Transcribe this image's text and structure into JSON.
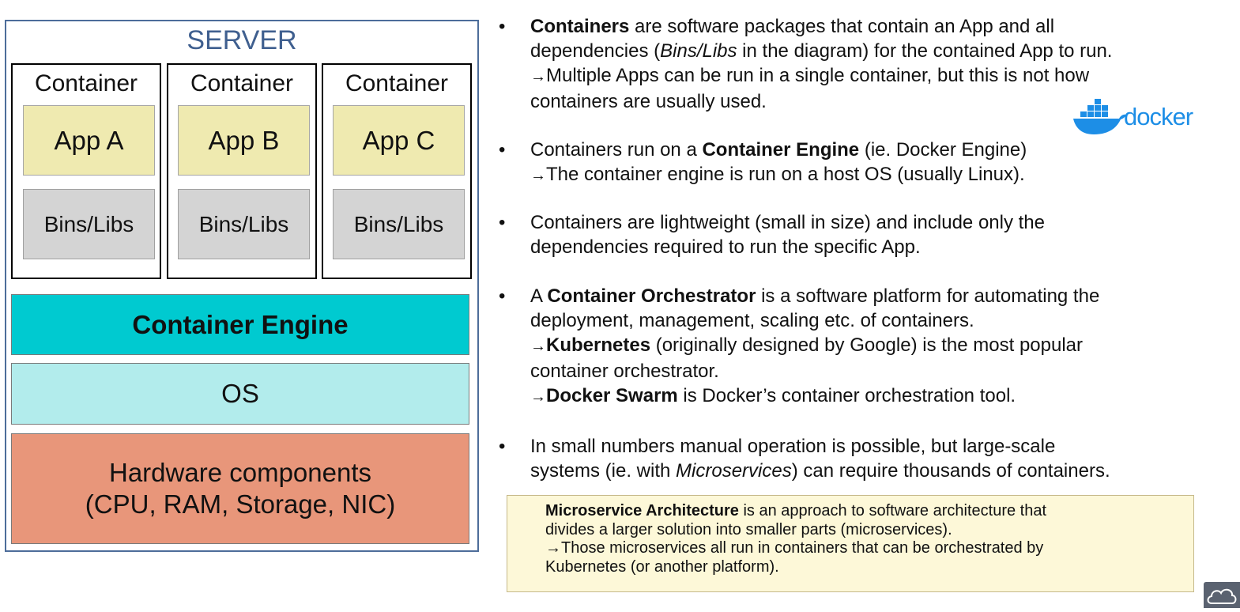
{
  "diagram": {
    "server_label": "SERVER",
    "containers": [
      {
        "label": "Container",
        "app": "App A",
        "libs": "Bins/Libs"
      },
      {
        "label": "Container",
        "app": "App B",
        "libs": "Bins/Libs"
      },
      {
        "label": "Container",
        "app": "App C",
        "libs": "Bins/Libs"
      }
    ],
    "engine_label": "Container Engine",
    "os_label": "OS",
    "hardware_line1": "Hardware components",
    "hardware_line2": "(CPU, RAM, Storage, NIC)"
  },
  "bullets": {
    "b1": {
      "l1_bold": "Containers",
      "l1_rest": " are software packages that contain an App and all",
      "l2_a": "dependencies (",
      "l2_italic": "Bins/Libs",
      "l2_b": " in the diagram) for the contained App to run.",
      "l3": "Multiple Apps can be run in a single container, but this is not how",
      "l4": "containers are usually used."
    },
    "b2": {
      "l1_a": "Containers run on a ",
      "l1_bold": "Container Engine",
      "l1_b": " (ie. Docker Engine)",
      "l2": "The container engine is run on a host OS (usually Linux)."
    },
    "b3": {
      "l1": "Containers are lightweight (small in size) and include only the",
      "l2": "dependencies required to run the specific App."
    },
    "b4": {
      "l1_a": "A ",
      "l1_bold": "Container Orchestrator",
      "l1_b": " is a software platform for automating the",
      "l2": "deployment, management, scaling etc. of containers.",
      "l3_bold": "Kubernetes",
      "l3_rest": " (originally designed by Google) is the most popular",
      "l4": "container orchestrator.",
      "l5_bold": "Docker Swarm",
      "l5_rest": " is Docker’s container orchestration tool."
    },
    "b5": {
      "l1": "In small numbers manual operation is possible, but large-scale",
      "l2_a": "systems (ie. with ",
      "l2_italic": "Microservices",
      "l2_b": ") can require thousands of containers."
    },
    "bullet_char": "•",
    "arrow_char": "→"
  },
  "note": {
    "l1_bold": "Microservice Architecture",
    "l1_rest": " is an approach to software architecture that",
    "l2": "divides a larger solution into smaller parts (microservices).",
    "l3": "Those microservices all run in containers that can be orchestrated by",
    "l4": "Kubernetes (or another platform)."
  },
  "logo": {
    "word": "docker",
    "icon": "docker-whale-icon",
    "color": "#1d8ee6"
  },
  "colors": {
    "server_border": "#4d6d9a",
    "app": "#efeab0",
    "libs": "#d4d4d4",
    "engine": "#00cad0",
    "os": "#b2ecec",
    "hardware": "#e8967a",
    "note_bg": "#fdf8d8"
  }
}
